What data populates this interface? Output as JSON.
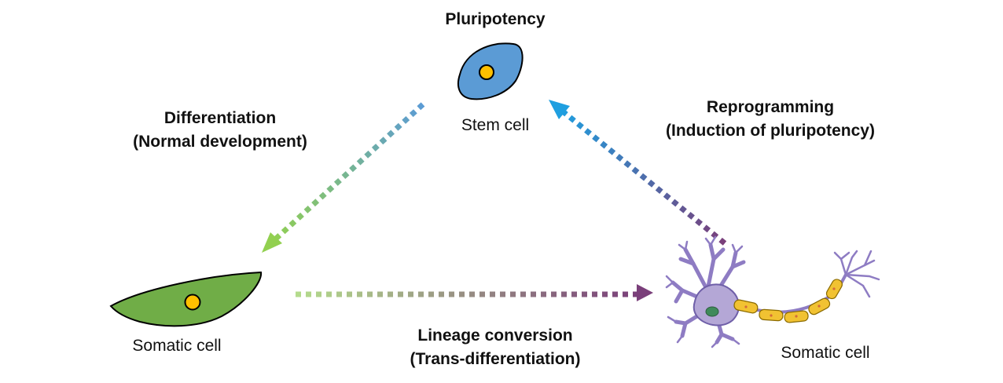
{
  "title": "Pluripotency",
  "nodes": {
    "stem_cell": {
      "label": "Stem cell",
      "fill": "#5b9bd5",
      "nucleus": "#ffc000"
    },
    "somatic_cell_left": {
      "label": "Somatic cell",
      "fill": "#70ad47",
      "nucleus": "#ffc000"
    },
    "somatic_cell_right": {
      "label": "Somatic cell",
      "body_fill": "#b4a7d6",
      "myelin_fill": "#f1c232"
    }
  },
  "edges": {
    "differentiation": {
      "line1": "Differentiation",
      "line2": "(Normal development)",
      "from": "stem_cell",
      "to": "somatic_cell_left"
    },
    "reprogramming": {
      "line1": "Reprogramming",
      "line2": "(Induction of pluripotency)",
      "from": "somatic_cell_right",
      "to": "stem_cell"
    },
    "lineage_conversion": {
      "line1": "Lineage conversion",
      "line2": "(Trans-differentiation)",
      "from": "somatic_cell_left",
      "to": "somatic_cell_right"
    }
  },
  "colors": {
    "blue": "#5b9bd5",
    "bright_blue": "#1f9fe0",
    "green": "#92d050",
    "purple": "#7a3f7a"
  }
}
